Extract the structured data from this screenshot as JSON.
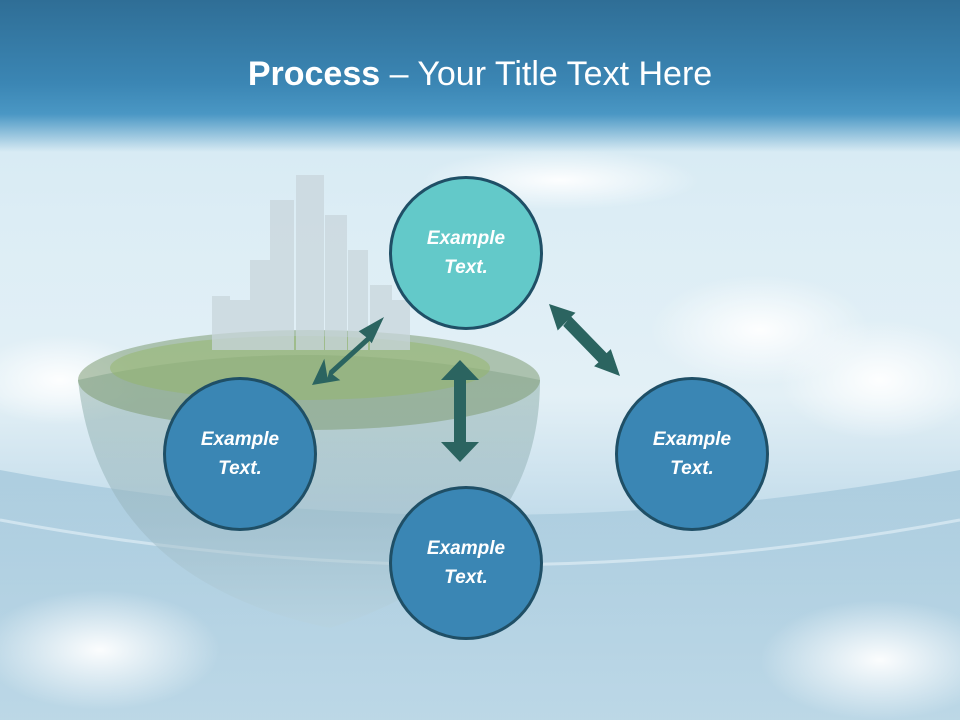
{
  "title": {
    "bold": "Process",
    "rest": " – Your Title Text Here"
  },
  "nodes": [
    {
      "line1": "Example",
      "line2": "Text."
    },
    {
      "line1": "Example",
      "line2": "Text."
    },
    {
      "line1": "Example",
      "line2": "Text."
    },
    {
      "line1": "Example",
      "line2": "Text."
    }
  ],
  "colors": {
    "header": "#3b86b4",
    "node_teal": "#63c9c9",
    "node_blue": "#3a86b4",
    "node_border": "#1f4f66",
    "arrow": "#2b6460"
  },
  "icons": {
    "arrows": "double-headed-arrow"
  }
}
